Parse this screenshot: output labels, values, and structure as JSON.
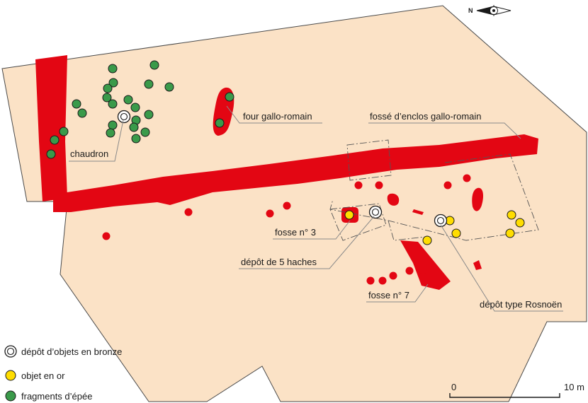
{
  "colors": {
    "site_fill": "#fbe2c6",
    "site_stroke": "#4a4a4a",
    "feature_red": "#e30613",
    "bronze_ring": "#1a1a1a",
    "gold": "#ffdd00",
    "sword": "#3a9a4a"
  },
  "north_arrow": {
    "letter": "N",
    "icon": "north-arrow-icon"
  },
  "labels": {
    "four": "four gallo-romain",
    "fosse_enclos": "fossé d’enclos gallo-romain",
    "chaudron": "chaudron",
    "fosse3": "fosse n° 3",
    "depot5": "dépôt de 5 haches",
    "fosse7": "fosse n° 7",
    "rosnoen": "dépôt type Rosnoën"
  },
  "legend": [
    {
      "symbol": "bronze-deposit-icon",
      "label": "dépôt d’objets en bronze"
    },
    {
      "symbol": "gold-object-icon",
      "label": "objet en or"
    },
    {
      "symbol": "sword-fragment-icon",
      "label": "fragments d’épée"
    }
  ],
  "scale": {
    "start": "0",
    "end": "10 m"
  }
}
